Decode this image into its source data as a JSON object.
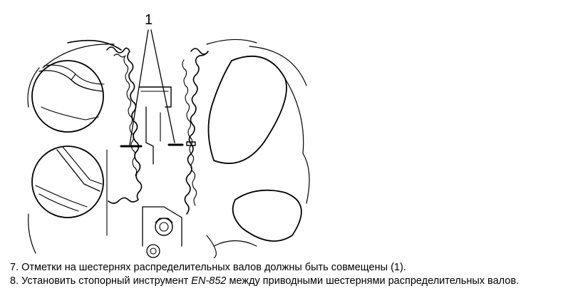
{
  "figure": {
    "callout_label": "1",
    "illustration": "camshaft-sprocket-alignment-drawing"
  },
  "instructions": [
    {
      "number": "7.",
      "text": "Отметки на шестернях распределительных валов должны быть совмещены (1)."
    },
    {
      "number": "8.",
      "text_before": "Установить стопорный инструмент",
      "tool": "EN-852",
      "text_after": "между приводными шестернями распределительных валов."
    }
  ]
}
